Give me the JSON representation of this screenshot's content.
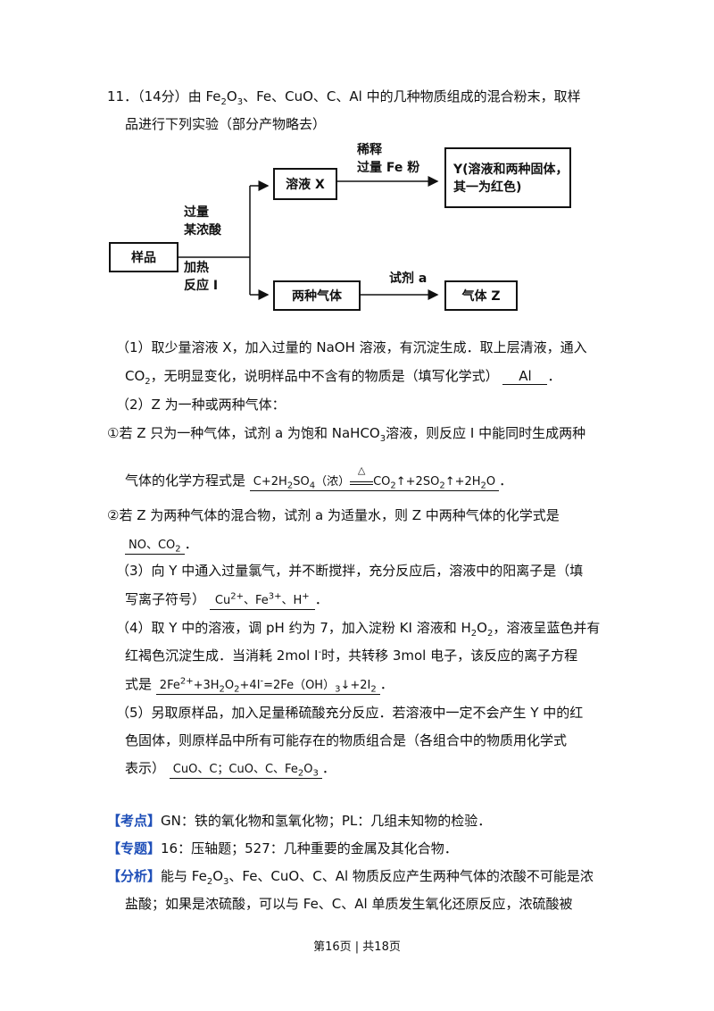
{
  "question": {
    "number": "11．",
    "score": "（14分）",
    "stem_line1_pre": "由 Fe",
    "stem_line1_post": "中的几种物质组成的混合粉末，取样",
    "stem_line2": "品进行下列实验（部分产物略去）"
  },
  "diagram": {
    "sample": "样品",
    "solution_x": "溶液 X",
    "two_gases": "两种气体",
    "y_box_line1": "Y(溶液和两种固体，",
    "y_box_line2": "其一为红色)",
    "gas_z": "气体 Z",
    "label_dilute1": "稀释",
    "label_dilute2": "过量 Fe 粉",
    "label_acid1": "过量",
    "label_acid2": "某浓酸",
    "label_heat1": "加热",
    "label_heat2": "反应 I",
    "label_reagent": "试剂 a"
  },
  "parts": {
    "p1_line1": "（1）取少量溶液 X，加入过量的 NaOH 溶液，有沉淀生成．取上层清液，通入",
    "p1_line2_pre": "CO",
    "p1_line2_post": "，无明显变化，说明样品中不含有的物质是（填写化学式）",
    "p1_answer": "Al",
    "p2_line1": "（2）Z 为一种或两种气体：",
    "p2a_line1": "①若 Z 只为一种气体，试剂 a 为饱和 NaHCO",
    "p2a_line1_post": "溶液，则反应 I 中能同时生成两种",
    "p2a_line2": "气体的化学方程式是",
    "p2a_condition": "△",
    "p2b_line1": "②若 Z 为两种气体的混合物，试剂 a 为适量水，则 Z 中两种气体的化学式是",
    "p2b_answer": "NO、CO",
    "p3_line1": "（3）向 Y 中通入过量氯气，并不断搅拌，充分反应后，溶液中的阳离子是（填",
    "p3_line2": "写离子符号）",
    "p4_line1": "（4）取 Y 中的溶液，调 pH 约为 7，加入淀粉 KI 溶液和 H",
    "p4_line1_post": "，溶液呈蓝色并有",
    "p4_line2": "红褐色沉淀生成．当消耗 2mol I",
    "p4_line2_post": "时，共转移 3mol 电子，该反应的离子方程",
    "p4_line3": "式是",
    "p5_line1": "（5）另取原样品，加入足量稀硫酸充分反应．若溶液中一定不会产生 Y 中的红",
    "p5_line2": "色固体，则原样品中所有可能存在的物质组合是（各组合中的物质用化学式",
    "p5_line3": "表示）",
    "p5_answer": "CuO、C；CuO、C、Fe"
  },
  "analysis": {
    "kaodian_tag": "【考点】",
    "kaodian_text": "GN：铁的氧化物和氢氧化物；PL：几组未知物的检验．",
    "zhuanti_tag": "【专题】",
    "zhuanti_text": "16：压轴题；527：几种重要的金属及其化合物．",
    "fenxi_tag": "【分析】",
    "fenxi_line1_pre": "能与 Fe",
    "fenxi_line1_post": "物质反应产生两种气体的浓酸不可能是浓",
    "fenxi_line2": "盐酸；如果是浓硫酸，可以与 Fe、C、Al 单质发生氧化还原反应，浓硫酸被"
  },
  "footer": {
    "page": "第16页 | 共18页"
  }
}
